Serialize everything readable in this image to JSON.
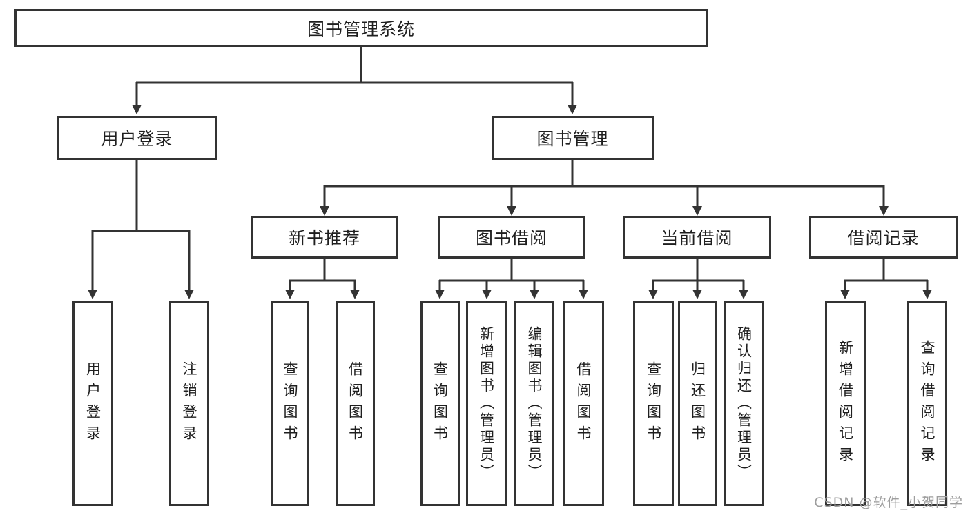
{
  "colors": {
    "line": "#333333",
    "text": "#1f1f1f",
    "box_fill": "#ffffff",
    "watermark": "#9e9e9e",
    "background": "#ffffff"
  },
  "tree": {
    "label": "图书管理系统",
    "children": [
      {
        "label": "用户登录",
        "children": [
          {
            "label": "用户登录"
          },
          {
            "label": "注销登录"
          }
        ]
      },
      {
        "label": "图书管理",
        "children": [
          {
            "label": "新书推荐",
            "children": [
              {
                "label": "查询图书"
              },
              {
                "label": "借阅图书"
              }
            ]
          },
          {
            "label": "图书借阅",
            "children": [
              {
                "label": "查询图书"
              },
              {
                "label": "新增图书（管理员）"
              },
              {
                "label": "编辑图书（管理员）"
              },
              {
                "label": "借阅图书"
              }
            ]
          },
          {
            "label": "当前借阅",
            "children": [
              {
                "label": "查询图书"
              },
              {
                "label": "归还图书"
              },
              {
                "label": "确认归还（管理员）"
              }
            ]
          },
          {
            "label": "借阅记录",
            "children": [
              {
                "label": "新增借阅记录"
              },
              {
                "label": "查询借阅记录"
              }
            ]
          }
        ]
      }
    ]
  },
  "watermark": "CSDN @软件_小贺同学"
}
